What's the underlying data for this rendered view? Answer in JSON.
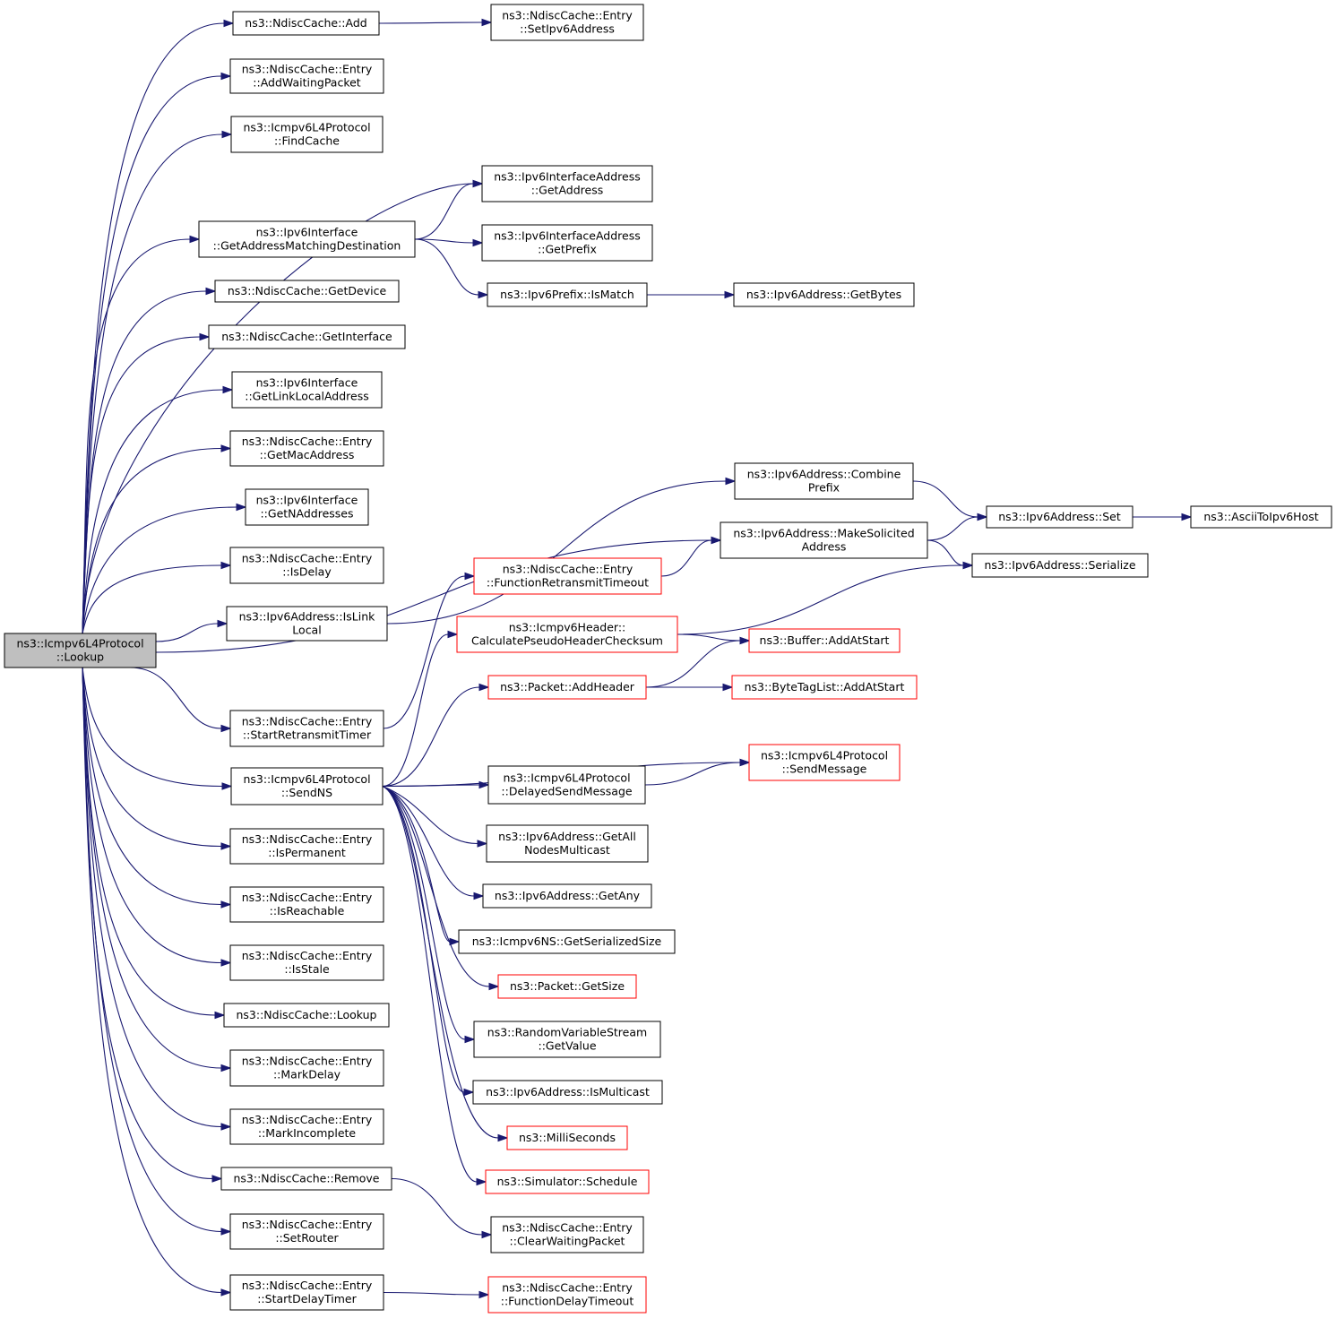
{
  "diagram": {
    "root": {
      "id": "root",
      "lines": [
        "ns3::Icmpv6L4Protocol",
        "::Lookup"
      ],
      "style": "root"
    },
    "nodes": [
      {
        "id": "add",
        "lines": [
          "ns3::NdiscCache::Add"
        ],
        "style": "black"
      },
      {
        "id": "setipv6",
        "lines": [
          "ns3::NdiscCache::Entry",
          "::SetIpv6Address"
        ],
        "style": "black"
      },
      {
        "id": "addwait",
        "lines": [
          "ns3::NdiscCache::Entry",
          "::AddWaitingPacket"
        ],
        "style": "black"
      },
      {
        "id": "findcache",
        "lines": [
          "ns3::Icmpv6L4Protocol",
          "::FindCache"
        ],
        "style": "black"
      },
      {
        "id": "getaddress",
        "lines": [
          "ns3::Ipv6InterfaceAddress",
          "::GetAddress"
        ],
        "style": "black"
      },
      {
        "id": "gamd",
        "lines": [
          "ns3::Ipv6Interface",
          "::GetAddressMatchingDestination"
        ],
        "style": "black"
      },
      {
        "id": "getprefix",
        "lines": [
          "ns3::Ipv6InterfaceAddress",
          "::GetPrefix"
        ],
        "style": "black"
      },
      {
        "id": "getdevice",
        "lines": [
          "ns3::NdiscCache::GetDevice"
        ],
        "style": "black"
      },
      {
        "id": "ismatch",
        "lines": [
          "ns3::Ipv6Prefix::IsMatch"
        ],
        "style": "black"
      },
      {
        "id": "getbytes",
        "lines": [
          "ns3::Ipv6Address::GetBytes"
        ],
        "style": "black"
      },
      {
        "id": "getinterface",
        "lines": [
          "ns3::NdiscCache::GetInterface"
        ],
        "style": "black"
      },
      {
        "id": "getlinklocal",
        "lines": [
          "ns3::Ipv6Interface",
          "::GetLinkLocalAddress"
        ],
        "style": "black"
      },
      {
        "id": "getmac",
        "lines": [
          "ns3::NdiscCache::Entry",
          "::GetMacAddress"
        ],
        "style": "black"
      },
      {
        "id": "getnaddr",
        "lines": [
          "ns3::Ipv6Interface",
          "::GetNAddresses"
        ],
        "style": "black"
      },
      {
        "id": "combine",
        "lines": [
          "ns3::Ipv6Address::Combine",
          "Prefix"
        ],
        "style": "black"
      },
      {
        "id": "set",
        "lines": [
          "ns3::Ipv6Address::Set"
        ],
        "style": "black"
      },
      {
        "id": "ascii",
        "lines": [
          "ns3::AsciiToIpv6Host"
        ],
        "style": "black"
      },
      {
        "id": "makesol",
        "lines": [
          "ns3::Ipv6Address::MakeSolicited",
          "Address"
        ],
        "style": "black"
      },
      {
        "id": "isdelay",
        "lines": [
          "ns3::NdiscCache::Entry",
          "::IsDelay"
        ],
        "style": "black"
      },
      {
        "id": "funcretrans",
        "lines": [
          "ns3::NdiscCache::Entry",
          "::FunctionRetransmitTimeout"
        ],
        "style": "red"
      },
      {
        "id": "serialize",
        "lines": [
          "ns3::Ipv6Address::Serialize"
        ],
        "style": "black"
      },
      {
        "id": "islinklocal",
        "lines": [
          "ns3::Ipv6Address::IsLink",
          "Local"
        ],
        "style": "black"
      },
      {
        "id": "calcpseudo",
        "lines": [
          "ns3::Icmpv6Header::",
          "CalculatePseudoHeaderChecksum"
        ],
        "style": "red"
      },
      {
        "id": "bufaddatstart",
        "lines": [
          "ns3::Buffer::AddAtStart"
        ],
        "style": "red"
      },
      {
        "id": "addheader",
        "lines": [
          "ns3::Packet::AddHeader"
        ],
        "style": "red"
      },
      {
        "id": "bytetag",
        "lines": [
          "ns3::ByteTagList::AddAtStart"
        ],
        "style": "red"
      },
      {
        "id": "startretrans",
        "lines": [
          "ns3::NdiscCache::Entry",
          "::StartRetransmitTimer"
        ],
        "style": "black"
      },
      {
        "id": "sendmsg",
        "lines": [
          "ns3::Icmpv6L4Protocol",
          "::SendMessage"
        ],
        "style": "red"
      },
      {
        "id": "sendns",
        "lines": [
          "ns3::Icmpv6L4Protocol",
          "::SendNS"
        ],
        "style": "black"
      },
      {
        "id": "delayedsend",
        "lines": [
          "ns3::Icmpv6L4Protocol",
          "::DelayedSendMessage"
        ],
        "style": "black"
      },
      {
        "id": "ispermanent",
        "lines": [
          "ns3::NdiscCache::Entry",
          "::IsPermanent"
        ],
        "style": "black"
      },
      {
        "id": "getallnodes",
        "lines": [
          "ns3::Ipv6Address::GetAll",
          "NodesMulticast"
        ],
        "style": "black"
      },
      {
        "id": "isreachable",
        "lines": [
          "ns3::NdiscCache::Entry",
          "::IsReachable"
        ],
        "style": "black"
      },
      {
        "id": "getany",
        "lines": [
          "ns3::Ipv6Address::GetAny"
        ],
        "style": "black"
      },
      {
        "id": "getsersize",
        "lines": [
          "ns3::Icmpv6NS::GetSerializedSize"
        ],
        "style": "black"
      },
      {
        "id": "isstale",
        "lines": [
          "ns3::NdiscCache::Entry",
          "::IsStale"
        ],
        "style": "black"
      },
      {
        "id": "getsize",
        "lines": [
          "ns3::Packet::GetSize"
        ],
        "style": "red"
      },
      {
        "id": "ndlookup",
        "lines": [
          "ns3::NdiscCache::Lookup"
        ],
        "style": "black"
      },
      {
        "id": "getvalue",
        "lines": [
          "ns3::RandomVariableStream",
          "::GetValue"
        ],
        "style": "black"
      },
      {
        "id": "markdelay",
        "lines": [
          "ns3::NdiscCache::Entry",
          "::MarkDelay"
        ],
        "style": "black"
      },
      {
        "id": "ismulticast",
        "lines": [
          "ns3::Ipv6Address::IsMulticast"
        ],
        "style": "black"
      },
      {
        "id": "markincomplete",
        "lines": [
          "ns3::NdiscCache::Entry",
          "::MarkIncomplete"
        ],
        "style": "black"
      },
      {
        "id": "milliseconds",
        "lines": [
          "ns3::MilliSeconds"
        ],
        "style": "red"
      },
      {
        "id": "remove",
        "lines": [
          "ns3::NdiscCache::Remove"
        ],
        "style": "black"
      },
      {
        "id": "schedule",
        "lines": [
          "ns3::Simulator::Schedule"
        ],
        "style": "red"
      },
      {
        "id": "clearwait",
        "lines": [
          "ns3::NdiscCache::Entry",
          "::ClearWaitingPacket"
        ],
        "style": "black"
      },
      {
        "id": "setrouter",
        "lines": [
          "ns3::NdiscCache::Entry",
          "::SetRouter"
        ],
        "style": "black"
      },
      {
        "id": "startdelay",
        "lines": [
          "ns3::NdiscCache::Entry",
          "::StartDelayTimer"
        ],
        "style": "black"
      },
      {
        "id": "funcdelay",
        "lines": [
          "ns3::NdiscCache::Entry",
          "::FunctionDelayTimeout"
        ],
        "style": "red"
      }
    ],
    "edges": [
      [
        "root",
        "add"
      ],
      [
        "root",
        "addwait"
      ],
      [
        "root",
        "findcache"
      ],
      [
        "root",
        "getaddress"
      ],
      [
        "root",
        "gamd"
      ],
      [
        "root",
        "getdevice"
      ],
      [
        "root",
        "getinterface"
      ],
      [
        "root",
        "getlinklocal"
      ],
      [
        "root",
        "getmac"
      ],
      [
        "root",
        "getnaddr"
      ],
      [
        "root",
        "isdelay"
      ],
      [
        "root",
        "islinklocal"
      ],
      [
        "root",
        "makesol"
      ],
      [
        "root",
        "startretrans"
      ],
      [
        "root",
        "sendns"
      ],
      [
        "root",
        "ispermanent"
      ],
      [
        "root",
        "isreachable"
      ],
      [
        "root",
        "isstale"
      ],
      [
        "root",
        "ndlookup"
      ],
      [
        "root",
        "markdelay"
      ],
      [
        "root",
        "markincomplete"
      ],
      [
        "root",
        "remove"
      ],
      [
        "root",
        "setrouter"
      ],
      [
        "root",
        "startdelay"
      ],
      [
        "add",
        "setipv6"
      ],
      [
        "gamd",
        "getaddress"
      ],
      [
        "gamd",
        "getprefix"
      ],
      [
        "gamd",
        "ismatch"
      ],
      [
        "ismatch",
        "getbytes"
      ],
      [
        "islinklocal",
        "combine"
      ],
      [
        "combine",
        "set"
      ],
      [
        "set",
        "ascii"
      ],
      [
        "makesol",
        "set"
      ],
      [
        "makesol",
        "serialize"
      ],
      [
        "funcretrans",
        "makesol"
      ],
      [
        "calcpseudo",
        "serialize"
      ],
      [
        "calcpseudo",
        "bufaddatstart"
      ],
      [
        "addheader",
        "bufaddatstart"
      ],
      [
        "addheader",
        "bytetag"
      ],
      [
        "startretrans",
        "funcretrans"
      ],
      [
        "sendns",
        "calcpseudo"
      ],
      [
        "sendns",
        "addheader"
      ],
      [
        "sendns",
        "sendmsg"
      ],
      [
        "sendns",
        "delayedsend"
      ],
      [
        "sendns",
        "getallnodes"
      ],
      [
        "sendns",
        "getany"
      ],
      [
        "sendns",
        "getsersize"
      ],
      [
        "sendns",
        "getsize"
      ],
      [
        "sendns",
        "getvalue"
      ],
      [
        "sendns",
        "ismulticast"
      ],
      [
        "sendns",
        "milliseconds"
      ],
      [
        "sendns",
        "schedule"
      ],
      [
        "delayedsend",
        "sendmsg"
      ],
      [
        "remove",
        "clearwait"
      ],
      [
        "startdelay",
        "funcdelay"
      ]
    ]
  }
}
